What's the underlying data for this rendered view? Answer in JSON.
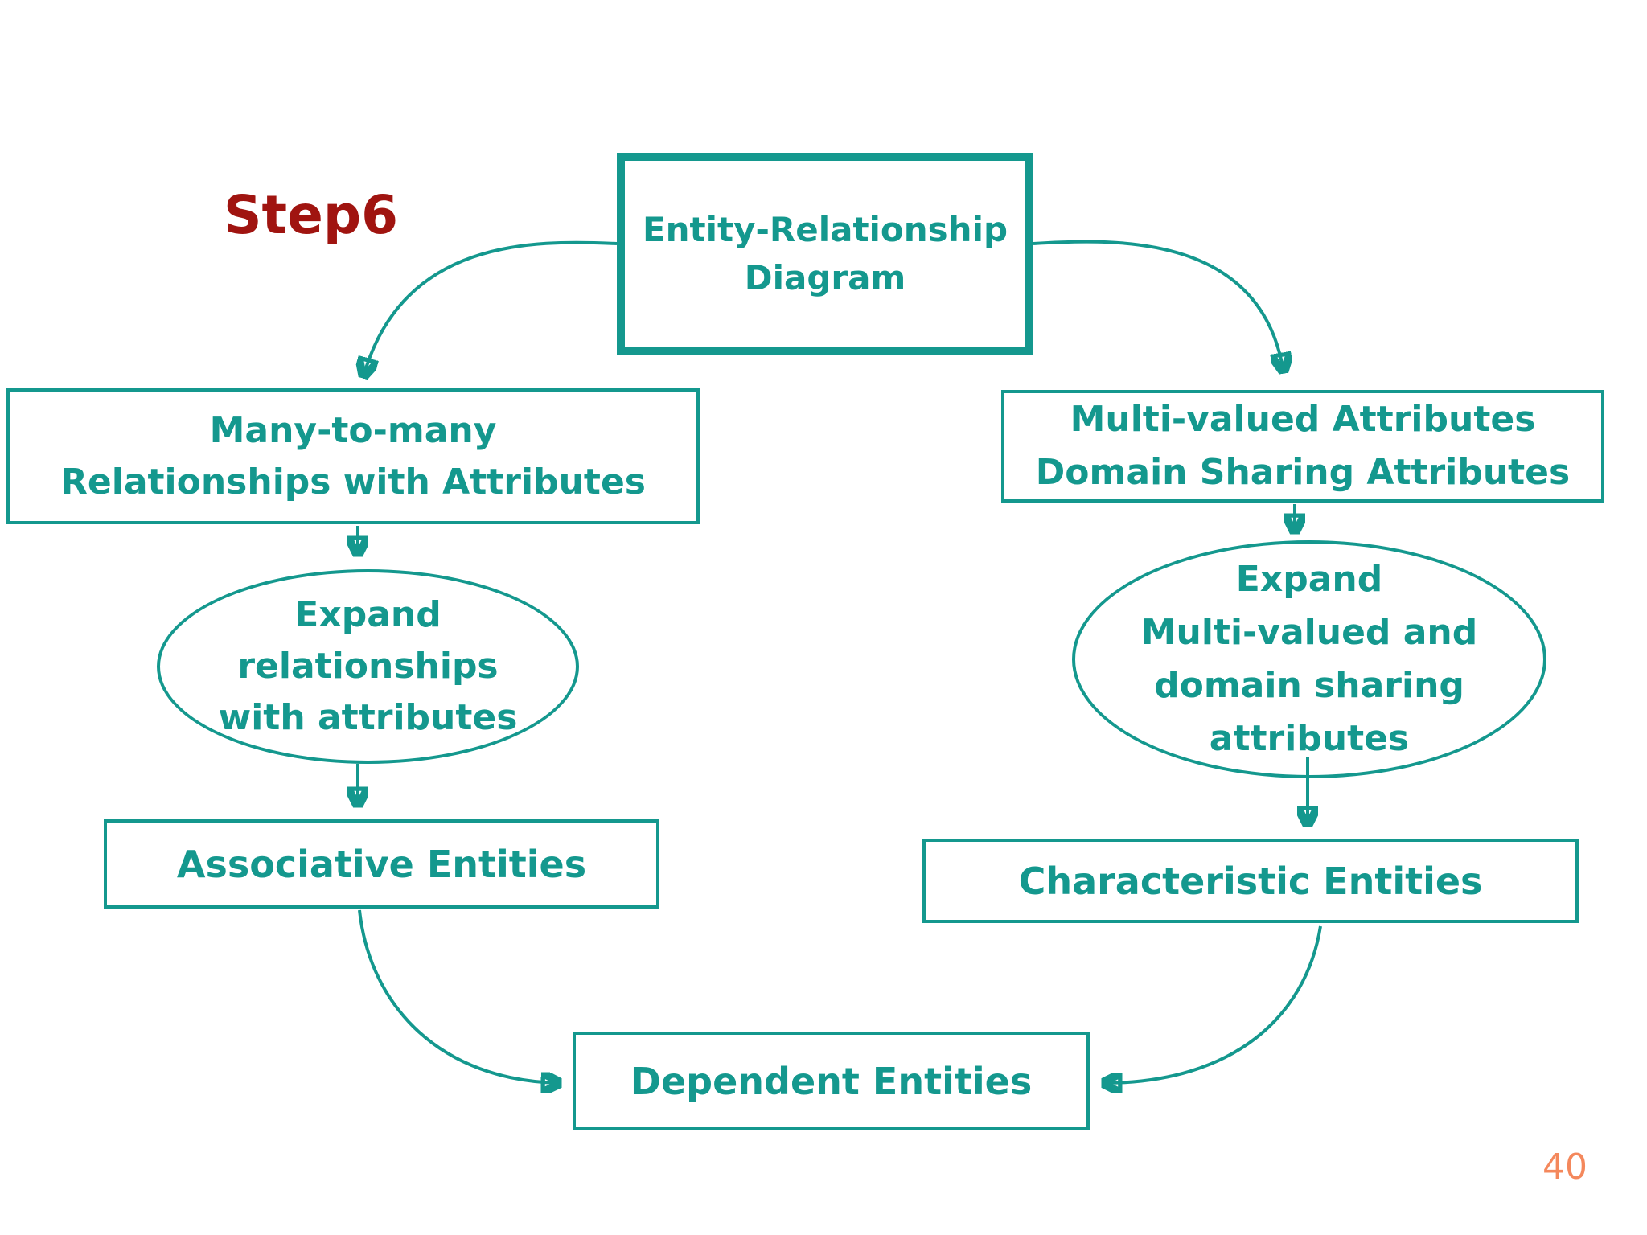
{
  "slide": {
    "title": "Step6",
    "page_number": "40"
  },
  "colors": {
    "teal": "#14988E",
    "title_red": "#A01410",
    "page_number_orange": "#F4885C",
    "background": "#FFFFFF"
  },
  "nodes": {
    "erd": {
      "text": "Entity-Relationship\nDiagram"
    },
    "many_to_many": {
      "text": "Many-to-many\nRelationships with Attributes"
    },
    "multi_valued": {
      "text": "Multi-valued Attributes\nDomain Sharing Attributes"
    },
    "expand_relationships": {
      "text": "Expand\nrelationships\nwith attributes"
    },
    "expand_multi_valued": {
      "text": "Expand\nMulti-valued and\ndomain sharing\nattributes"
    },
    "associative": {
      "text": "Associative Entities"
    },
    "characteristic": {
      "text": "Characteristic Entities"
    },
    "dependent": {
      "text": "Dependent Entities"
    }
  }
}
